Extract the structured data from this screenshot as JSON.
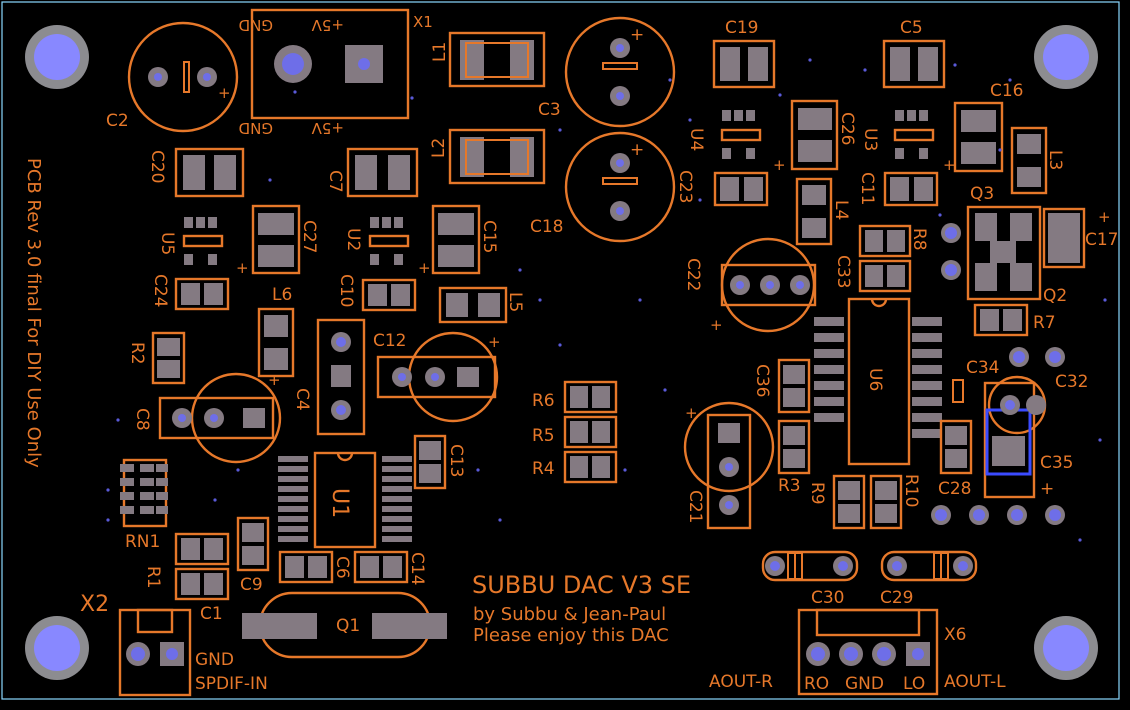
{
  "board": {
    "title": "SUBBU DAC V3 SE",
    "byline": "by Subbu & Jean-Paul",
    "tagline": "Please enjoy this DAC",
    "side_text": "PCB Rev 3.0 final For DIY Use Only"
  },
  "labels": {
    "X1": "X1",
    "GND": "GND",
    "P5V": "+5V",
    "GND2": "GND",
    "P5V2": "+5V",
    "C2": "C2",
    "C3": "C3",
    "C18": "C18",
    "L1": "L1",
    "L2": "L2",
    "C7": "C7",
    "C19": "C19",
    "C5": "C5",
    "C16": "C16",
    "L3": "L3",
    "U4": "U4",
    "C26": "C26",
    "U3": "U3",
    "C23": "C23",
    "C11": "C11",
    "L4": "L4",
    "Q3": "Q3",
    "C17": "C17",
    "R8": "R8",
    "C33": "C33",
    "C22": "C22",
    "Q2": "Q2",
    "R7": "R7",
    "C20": "C20",
    "C27": "C27",
    "U5": "U5",
    "U2": "U2",
    "C15": "C15",
    "C24": "C24",
    "L6": "L6",
    "C10": "C10",
    "L5": "L5",
    "C12": "C12",
    "R2": "R2",
    "C8": "C8",
    "C4": "C4",
    "R6": "R6",
    "R5": "R5",
    "R4": "R4",
    "C36": "C36",
    "U6": "U6",
    "C34": "C34",
    "C32": "C32",
    "C13": "C13",
    "U1": "U1",
    "RN1": "RN1",
    "R1": "R1",
    "C1": "C1",
    "C9": "C9",
    "C6": "C6",
    "C14": "C14",
    "Q1": "Q1",
    "C21": "C21",
    "R3": "R3",
    "R9": "R9",
    "R10": "R10",
    "C28": "C28",
    "C35": "C35",
    "C30": "C30",
    "C29": "C29",
    "X2": "X2",
    "X6": "X6",
    "GNDX2": "GND",
    "SPDIF": "SPDIF-IN",
    "AOUTR": "AOUT-R",
    "RO": "RO",
    "GNDX6": "GND",
    "LO": "LO",
    "AOUTL": "AOUT-L"
  },
  "colors": {
    "background": "#000000",
    "silkscreen": "#e6782a",
    "pad": "#847a82",
    "via": "#6e6ee8",
    "mount_hole": "#8888ff",
    "board_edge": "#8ad8ff"
  }
}
